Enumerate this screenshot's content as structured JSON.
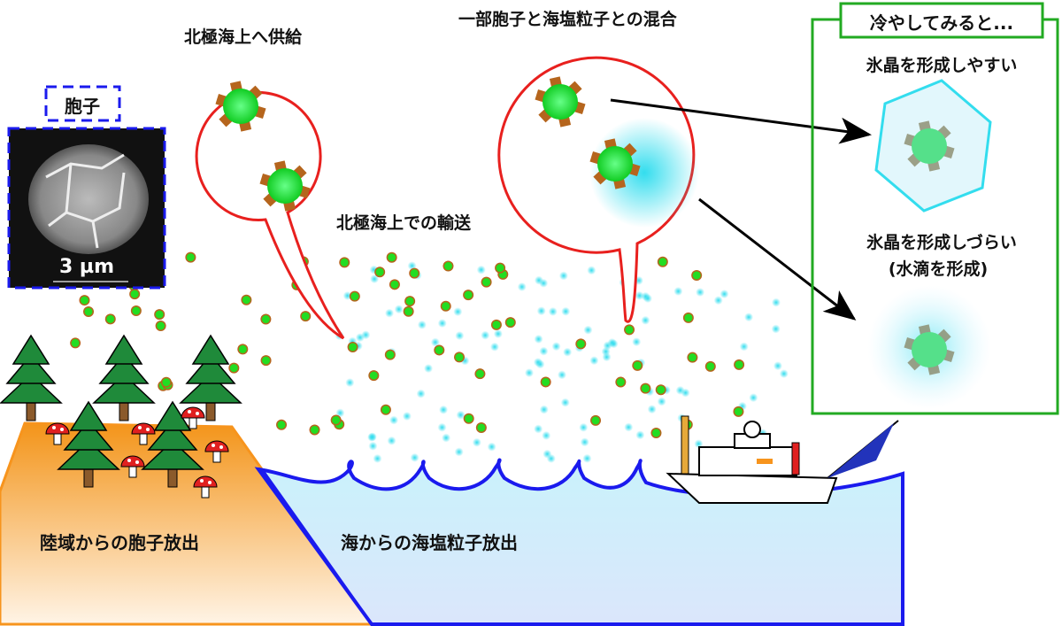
{
  "spore_panel": {
    "label": "胞子",
    "scale_bar": "3 µm"
  },
  "titles": {
    "supply": "北極海上へ供給",
    "mixing": "一部胞子と海塩粒子との混合",
    "transport": "北極海上での輸送"
  },
  "cooling_panel": {
    "header": "冷やしてみると...",
    "easy": "氷晶を形成しやすい",
    "hard": "氷晶を形成しづらい",
    "hard_note": "(水滴を形成)"
  },
  "land_label": "陸域からの胞子放出",
  "sea_label": "海からの海塩粒子放出",
  "colors": {
    "bubble": "#e8201e",
    "spore": "#22dd22",
    "spike": "#b5651d",
    "salt": "#33ddee",
    "panel": "#22aa22",
    "land": "#f7941d",
    "sea_edge": "#1a1aee"
  }
}
